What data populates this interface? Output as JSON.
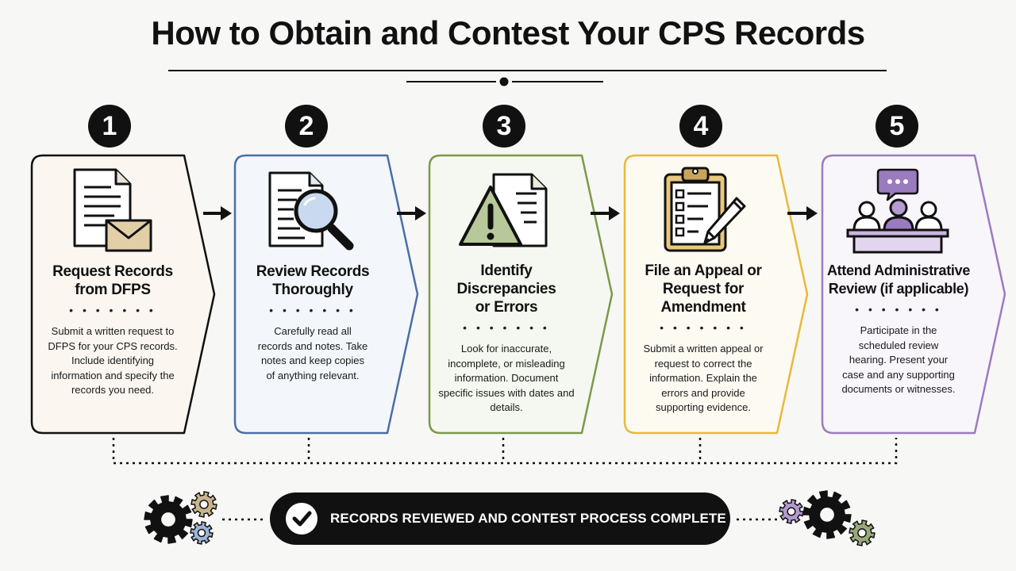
{
  "title": "How to Obtain and Contest Your CPS Records",
  "steps": [
    {
      "number": "1",
      "title": "Request Records from DFPS",
      "dots": "• • • • • • •",
      "description": "Submit a written request to DFPS for your CPS records. Include identifying information and specify the records you need.",
      "icon": "document-envelope-icon",
      "border_color": "#111111",
      "fill_color": "#fbf6ef"
    },
    {
      "number": "2",
      "title": "Review Records Thoroughly",
      "dots": "• • • • • • •",
      "description": "Carefully read all records and notes. Take notes and keep copies of anything relevant.",
      "icon": "document-magnifier-icon",
      "border_color": "#4a6fa5",
      "fill_color": "#f3f6fb"
    },
    {
      "number": "3",
      "title": "Identify Discrepancies or Errors",
      "dots": "• • • • • • •",
      "description": "Look for inaccurate, incomplete, or misleading information. Document specific issues with dates and details.",
      "icon": "warning-document-icon",
      "border_color": "#7a9a4a",
      "fill_color": "#f5f8f0"
    },
    {
      "number": "4",
      "title": "File an Appeal or Request for Amendment",
      "dots": "• • • • • • •",
      "description": "Submit a written appeal or request to correct the information. Explain the errors and provide supporting evidence.",
      "icon": "clipboard-pen-icon",
      "border_color": "#e8b93a",
      "fill_color": "#fdfaf2"
    },
    {
      "number": "5",
      "title": "Attend Administrative Review (if applicable)",
      "dots": "• • • • • • •",
      "description": "Participate in the scheduled review hearing. Present your case and any supporting documents or witnesses.",
      "icon": "review-panel-icon",
      "border_color": "#9b7bbf",
      "fill_color": "#f8f5fb"
    }
  ],
  "completion": {
    "label": "RECORDS REVIEWED AND CONTEST PROCESS COMPLETE",
    "icon": "checkmark-icon"
  },
  "colors": {
    "accent_dark": "#111111",
    "gear_tan": "#c8b58e",
    "gear_blue": "#9db4d6",
    "gear_purple": "#b39ad0",
    "gear_green": "#98aa7a"
  }
}
